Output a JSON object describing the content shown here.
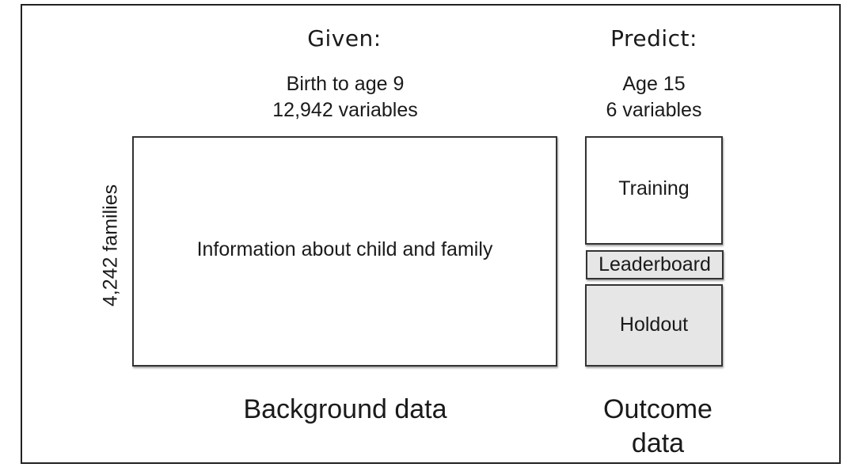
{
  "given": {
    "heading": "Given:",
    "period": "Birth to age 9",
    "variables": "12,942 variables"
  },
  "predict": {
    "heading": "Predict:",
    "period": "Age 15",
    "variables": "6 variables"
  },
  "rows_label": "4,242 families",
  "background_box": {
    "label": "Information about child and family"
  },
  "outcome_boxes": [
    {
      "label": "Training",
      "fill": "#ffffff"
    },
    {
      "label": "Leaderboard",
      "fill": "#e6e6e6"
    },
    {
      "label": "Holdout",
      "fill": "#e6e6e6"
    }
  ],
  "footer": {
    "background": "Background data",
    "outcome_line1": "Outcome",
    "outcome_line2": "data"
  }
}
